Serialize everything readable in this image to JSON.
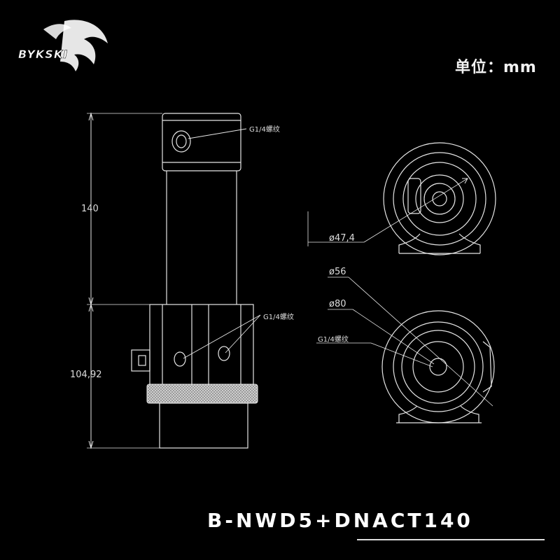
{
  "brand": {
    "name": "BYKSKI"
  },
  "unit_label": "单位：mm",
  "model_name": "B-NWD5+DNACT140",
  "dimensions": {
    "height_top": "140",
    "height_bottom": "104,92",
    "diameter_inner": "ø47,4",
    "diameter_56": "ø56",
    "diameter_80": "ø80"
  },
  "callouts": {
    "thread_top": "G1/4螺纹",
    "thread_side": "G1/4螺纹",
    "thread_bottom_view": "G1/4螺纹"
  },
  "colors": {
    "background": "#000000",
    "line": "#e6e6e6",
    "knurl": "#bdbdbd"
  }
}
